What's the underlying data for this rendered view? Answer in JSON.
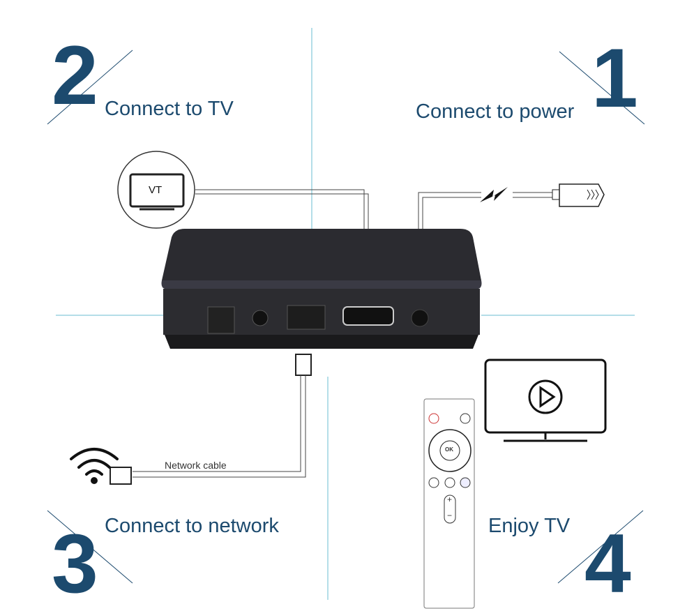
{
  "colors": {
    "accent": "#1c4a6e",
    "guide": "#8fd0df",
    "box": "#2a2a2e"
  },
  "steps": [
    {
      "number": "1",
      "title": "Connect to power"
    },
    {
      "number": "2",
      "title": "Connect to TV"
    },
    {
      "number": "3",
      "title": "Connect to network"
    },
    {
      "number": "4",
      "title": "Enjoy TV"
    }
  ],
  "tv_icon_label": "VT",
  "network_cable_label": "Network cable",
  "remote": {
    "ok_label": "OK",
    "volume_up": "+",
    "volume_down": "−"
  },
  "icons": [
    "tv-icon",
    "power-plug-icon",
    "lightning-icon",
    "wifi-icon",
    "ethernet-plug-icon",
    "hdmi-plug-icon",
    "play-icon",
    "remote-control"
  ]
}
